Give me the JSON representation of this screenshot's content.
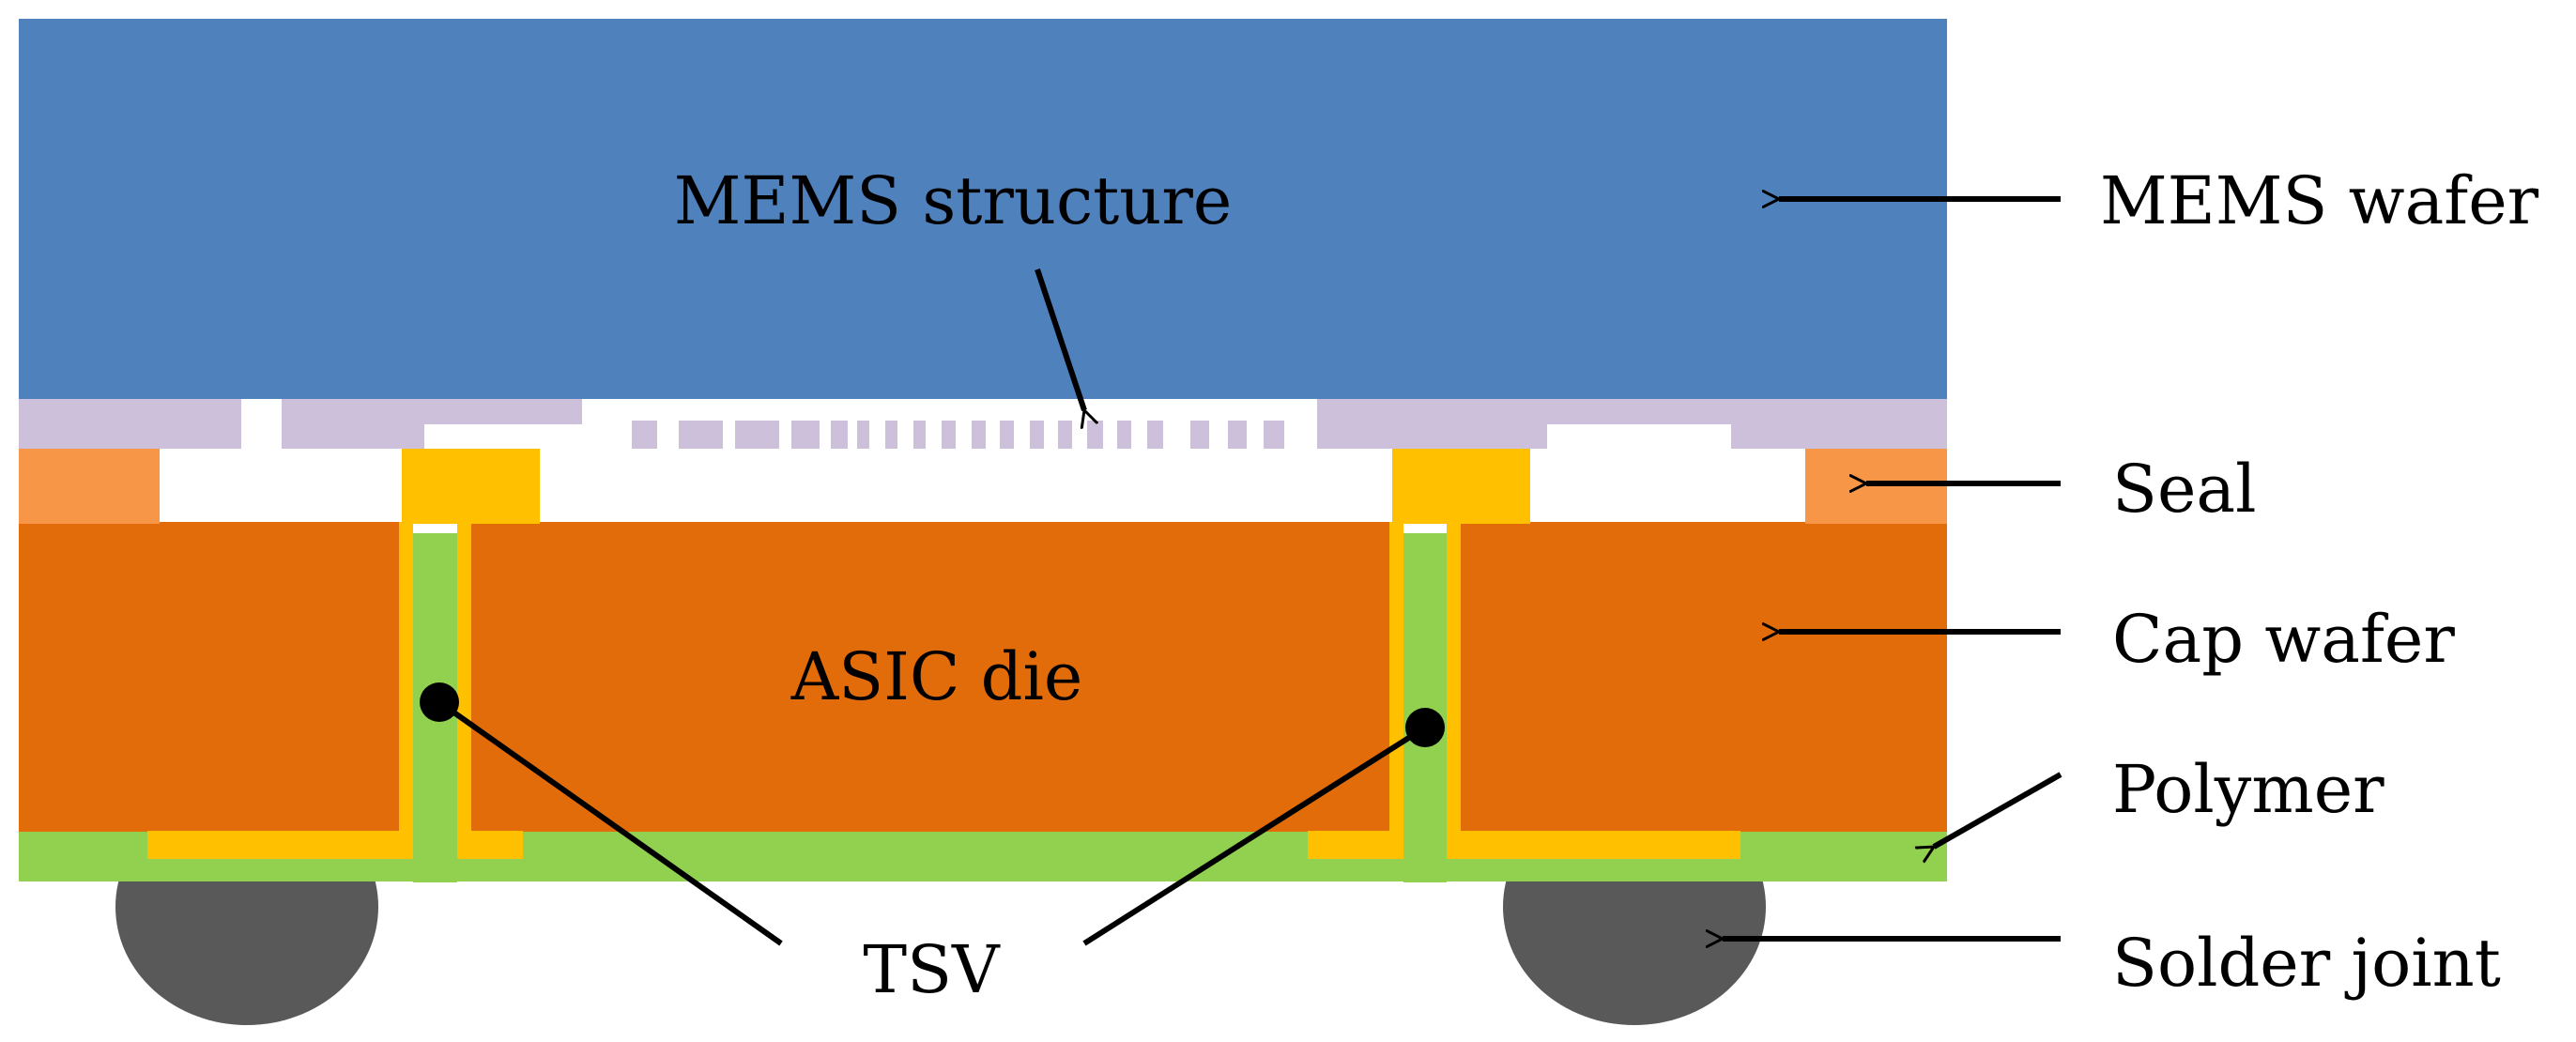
{
  "labels": {
    "mems_structure": "MEMS structure",
    "mems_wafer": "MEMS wafer",
    "seal": "Seal",
    "cap_wafer": "Cap wafer",
    "asic_die": "ASIC die",
    "polymer": "Polymer",
    "solder_joint": "Solder joint",
    "tsv": "TSV"
  },
  "colors": {
    "mems_wafer": "#4f81bd",
    "mems_structure": "#ccc0da",
    "seal": "#f79646",
    "cap_wafer": "#e36c0a",
    "tsv_liner": "#ffc000",
    "polymer": "#92d050",
    "solder": "#595959",
    "line": "#000000"
  }
}
